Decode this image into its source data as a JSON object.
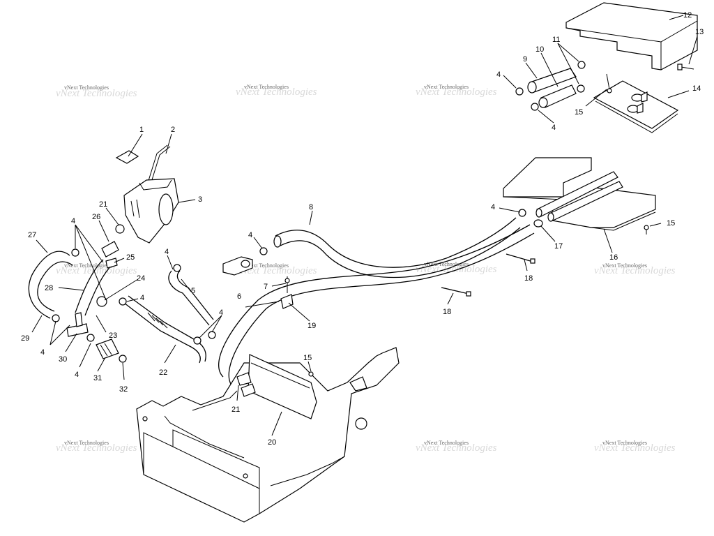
{
  "watermark": {
    "text": "vNext Technologies"
  },
  "callouts": {
    "c1": "1",
    "c2": "2",
    "c3": "3",
    "c4a": "4",
    "c4b": "4",
    "c4c": "4",
    "c4d": "4",
    "c4e": "4",
    "c4f": "4",
    "c4g": "4",
    "c4h": "4",
    "c4i": "4",
    "c4j": "4",
    "c4k": "4",
    "c5": "5",
    "c6": "6",
    "c7": "7",
    "c8": "8",
    "c9": "9",
    "c10": "10",
    "c11": "11",
    "c12": "12",
    "c13": "13",
    "c14": "14",
    "c15a": "15",
    "c15b": "15",
    "c15c": "15",
    "c16": "16",
    "c17": "17",
    "c18a": "18",
    "c18b": "18",
    "c19": "19",
    "c20": "20",
    "c21a": "21",
    "c21b": "21",
    "c22": "22",
    "c23": "23",
    "c24": "24",
    "c25": "25",
    "c26": "26",
    "c27": "27",
    "c28": "28",
    "c29": "29",
    "c30": "30",
    "c31": "31",
    "c32": "32"
  }
}
